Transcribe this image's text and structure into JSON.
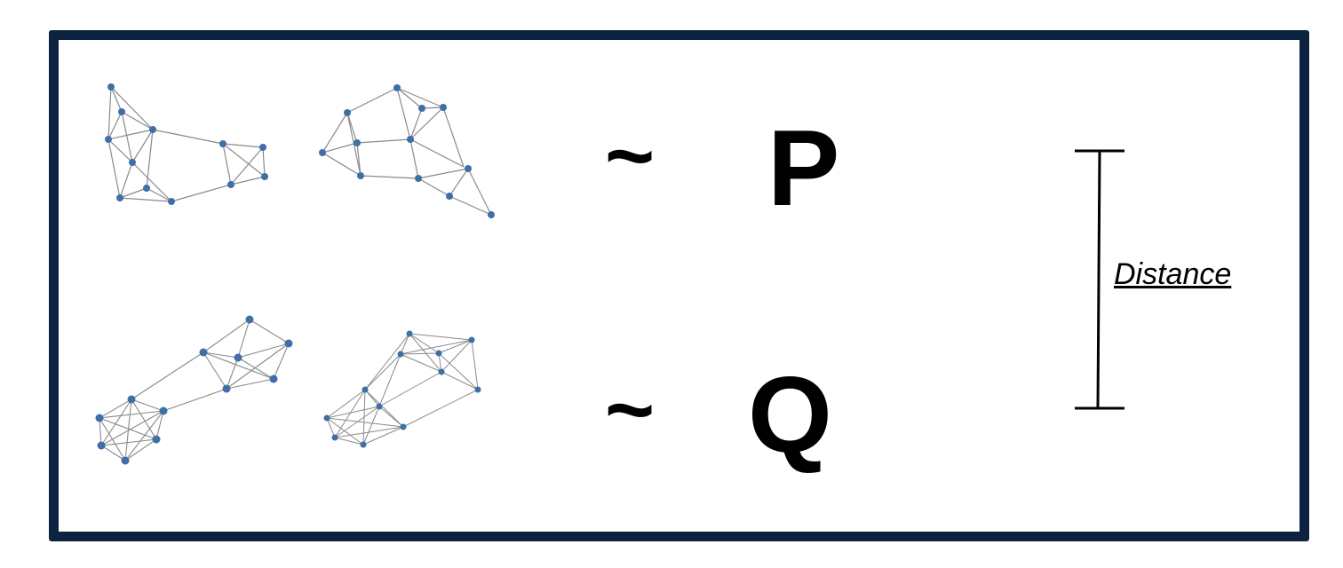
{
  "labels": {
    "tilde_top": "~",
    "tilde_bottom": "~",
    "dist_p": "P",
    "dist_q": "Q",
    "distance": "Distance"
  },
  "colors": {
    "frame": "#0c2340",
    "node": "#3f6fa8",
    "edge": "#8a8a8a"
  }
}
